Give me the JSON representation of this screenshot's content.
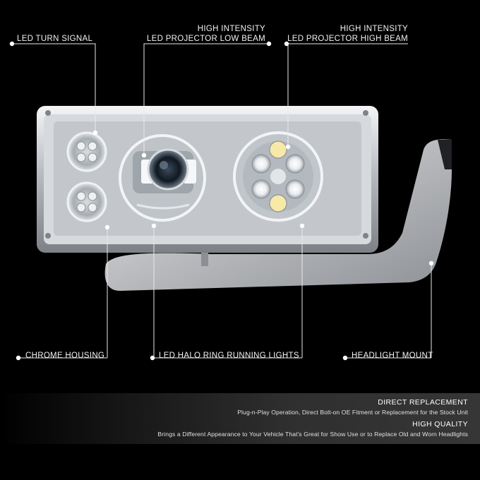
{
  "callouts": {
    "turn_signal": "LED TURN SIGNAL",
    "low_beam_line1": "HIGH INTENSITY",
    "low_beam_line2": "LED PROJECTOR LOW BEAM",
    "high_beam_line1": "HIGH INTENSITY",
    "high_beam_line2": "LED PROJECTOR HIGH BEAM",
    "housing": "CHROME HOUSING",
    "halo": "LED HALO RING RUNNING LIGHTS",
    "mount": "HEADLIGHT MOUNT"
  },
  "features": [
    {
      "heading": "DIRECT REPLACEMENT",
      "description": "Plug-n-Play Operation, Direct Bolt-on OE Fitment or Replacement for the Stock Unit"
    },
    {
      "heading": "HIGH QUALITY",
      "description": "Brings a Different Appearance to Your Vehicle That's Great for Show Use or to Replace Old and Worn Headlights"
    }
  ],
  "colors": {
    "background": "#000000",
    "chrome": "#c9ccd0",
    "callout_text": "#f2f2f2",
    "banner": "#3a3a3a"
  }
}
